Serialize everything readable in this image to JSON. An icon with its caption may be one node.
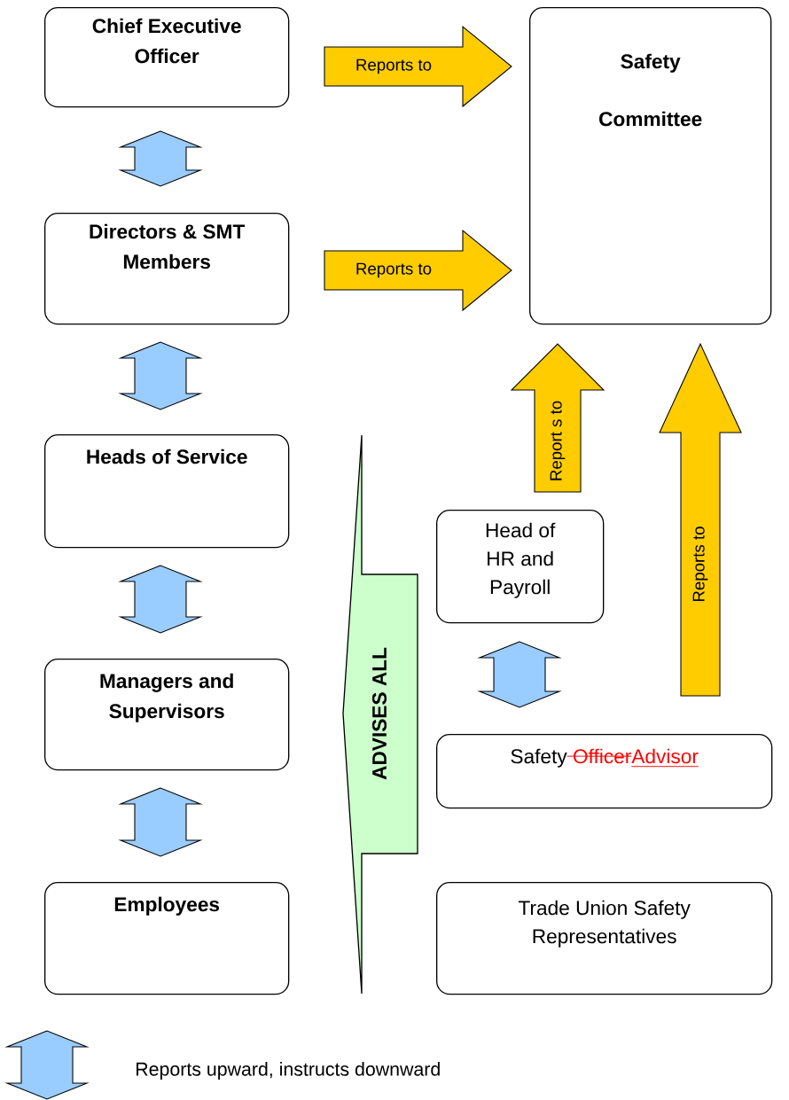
{
  "diagram": {
    "nodes": [
      {
        "text": [
          "Chief Executive Officer"
        ]
      },
      {
        "text": [
          "Safety Committee"
        ]
      },
      {
        "text": [
          "Directors & SMT Members"
        ]
      },
      {
        "text": [
          "Heads of Service"
        ]
      },
      {
        "text": [
          "ADVISES  ALL"
        ]
      },
      {
        "text": [
          "Head of HR and Payroll"
        ]
      },
      {
        "text": [
          "Managers and Supervisors"
        ]
      },
      {
        "text": [
          "Safety",
          "Officer",
          "Advisor"
        ]
      },
      {
        "text": [
          "Employees"
        ]
      },
      {
        "text": [
          "Trade Union Safety Representatives"
        ]
      }
    ],
    "edges": [
      {
        "from": 0,
        "to": 1,
        "arrow": "to",
        "label": "Reports to",
        "color": "#ffcc00"
      },
      {
        "from": 2,
        "to": 1,
        "arrow": "to",
        "label": "Reports to",
        "color": "#ffcc00"
      },
      {
        "from": 5,
        "to": 1,
        "arrow": "to",
        "label": "Report s to",
        "color": "#ffcc00"
      },
      {
        "from": 7,
        "to": 1,
        "arrow": "to",
        "label": "Reports to",
        "color": "#ffcc00"
      },
      {
        "from": 0,
        "to": 2,
        "arrow": "both",
        "color": "#99ccff"
      },
      {
        "from": 2,
        "to": 3,
        "arrow": "both",
        "color": "#99ccff"
      },
      {
        "from": 3,
        "to": 6,
        "arrow": "both",
        "color": "#99ccff"
      },
      {
        "from": 6,
        "to": 8,
        "arrow": "both",
        "color": "#99ccff"
      },
      {
        "from": 5,
        "to": 7,
        "arrow": "both",
        "color": "#99ccff"
      }
    ],
    "legend": [
      {
        "text": "Reports upward, instructs downward"
      }
    ]
  }
}
